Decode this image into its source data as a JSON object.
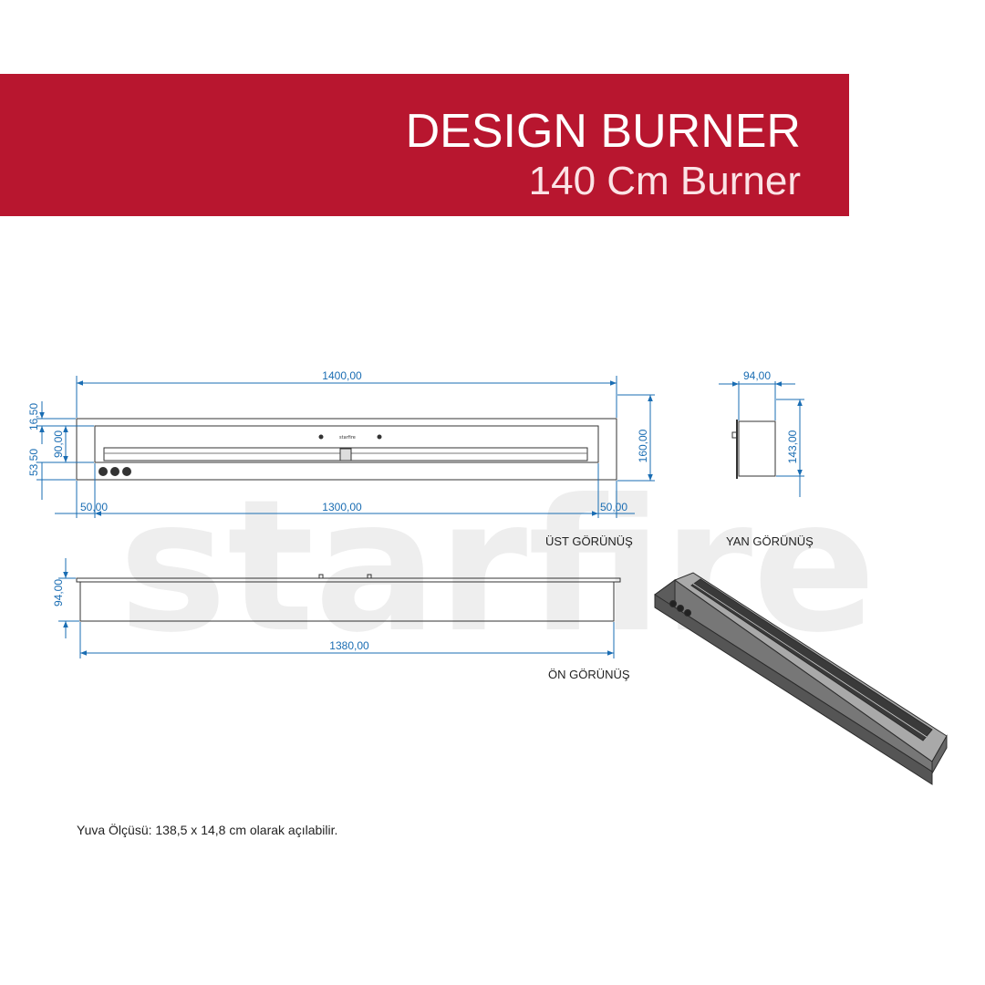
{
  "header": {
    "title": "DESIGN BURNER",
    "subtitle": "140 Cm Burner",
    "banner_color": "#b8162f"
  },
  "watermark": "starfire",
  "dimension_color": "#1a6db3",
  "top_view": {
    "label": "ÜST GÖRÜNÜŞ",
    "dims": {
      "overall_width": "1400,00",
      "inner_width": "1300,00",
      "left_margin": "50,00",
      "right_margin": "50,00",
      "top_offset": "16,50",
      "mid_height": "90,00",
      "bottom_offset": "53,50",
      "overall_depth": "160,00"
    },
    "logo_text": "starfire"
  },
  "side_view": {
    "label": "YAN GÖRÜNÜŞ",
    "dims": {
      "width": "94,00",
      "height": "143,00"
    }
  },
  "front_view": {
    "label": "ÖN GÖRÜNÜŞ",
    "dims": {
      "width": "1380,00",
      "height": "94,00"
    }
  },
  "footer": {
    "note": "Yuva Ölçüsü: 138,5 x 14,8 cm olarak açılabilir."
  }
}
